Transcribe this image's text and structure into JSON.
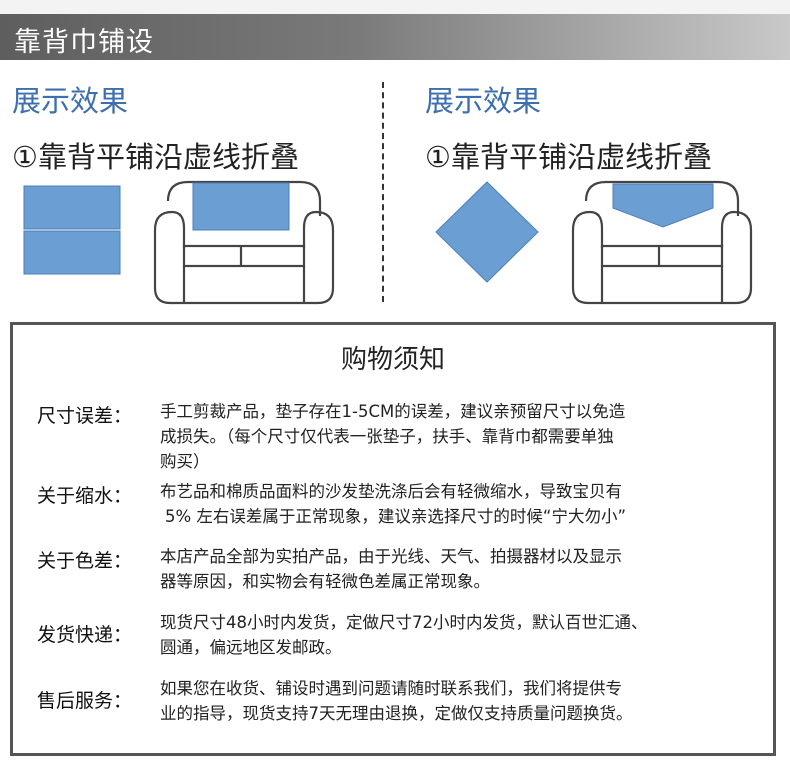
{
  "banner": {
    "title": "靠背巾铺设"
  },
  "panels": [
    {
      "heading": "展示效果",
      "step": "①靠背平铺沿虚线折叠",
      "cloth_shape": "rectangle-folded",
      "icon": "sofa-icon"
    },
    {
      "heading": "展示效果",
      "step": "①靠背平铺沿虚线折叠",
      "cloth_shape": "diamond",
      "icon": "sofa-icon"
    }
  ],
  "colors": {
    "cloth_blue": "#6b9fd3",
    "heading_blue": "#3d6fb0",
    "banner_gray": "#6e6e6e"
  },
  "notice": {
    "title": "购物须知",
    "items": [
      {
        "label": "尺寸误差：",
        "lines": [
          "手工剪裁产品，垫子存在1-5CM的误差，建议亲预留尺寸以免造",
          "成损失。（每个尺寸仅代表一张垫子，扶手、靠背巾都需要单独",
          "购买）"
        ]
      },
      {
        "label": "关于缩水：",
        "lines": [
          "布艺品和棉质品面料的沙发垫洗涤后会有轻微缩水，导致宝贝有",
          "5% 左右误差属于正常现象，建议亲选择尺寸的时候“宁大勿小”"
        ]
      },
      {
        "label": "关于色差：",
        "lines": [
          "本店产品全部为实拍产品，由于光线、天气、拍摄器材以及显示",
          "器等原因，和实物会有轻微色差属正常现象。"
        ]
      },
      {
        "label": "发货快递：",
        "lines": [
          "现货尺寸48小时内发货，定做尺寸72小时内发货，默认百世汇通、",
          "圆通，偏远地区发邮政。"
        ]
      },
      {
        "label": "售后服务：",
        "lines": [
          "如果您在收货、铺设时遇到问题请随时联系我们，我们将提供专",
          "业的指导，现货支持7天无理由退换，定做仅支持质量问题换货。"
        ]
      }
    ]
  }
}
